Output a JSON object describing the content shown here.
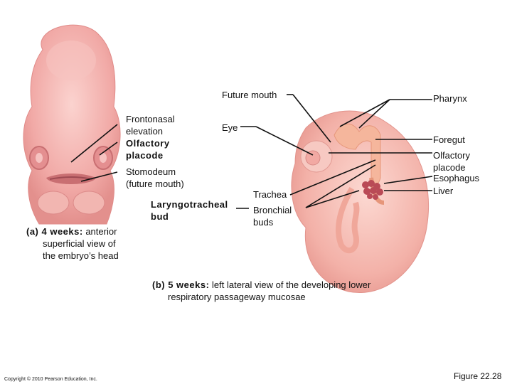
{
  "labels": {
    "future_mouth": "Future mouth",
    "pharynx": "Pharynx",
    "frontonasal": [
      "Frontonasal",
      "elevation"
    ],
    "olfactory_left": [
      "Olfactory",
      "placode"
    ],
    "eye": "Eye",
    "foregut": "Foregut",
    "olfactory_right": [
      "Olfactory",
      "placode"
    ],
    "esophagus": "Esophagus",
    "liver": "Liver",
    "stomodeum": [
      "Stomodeum",
      "(future mouth)"
    ],
    "trachea": "Trachea",
    "laryngotracheal": [
      "Laryngotracheal",
      "bud"
    ],
    "bronchial": [
      "Bronchial",
      "buds"
    ]
  },
  "captions": {
    "a_prefix": "(a) 4 weeks:",
    "a_text": [
      " anterior",
      "superficial view of",
      "the embryo’s head"
    ],
    "b_prefix": "(b) 5 weeks:",
    "b_text": [
      " left lateral view of the developing lower",
      "respiratory passageway mucosae"
    ]
  },
  "footer": {
    "copyright": "Copyright © 2010 Pearson Education, Inc.",
    "figure": "Figure 22.28"
  }
}
